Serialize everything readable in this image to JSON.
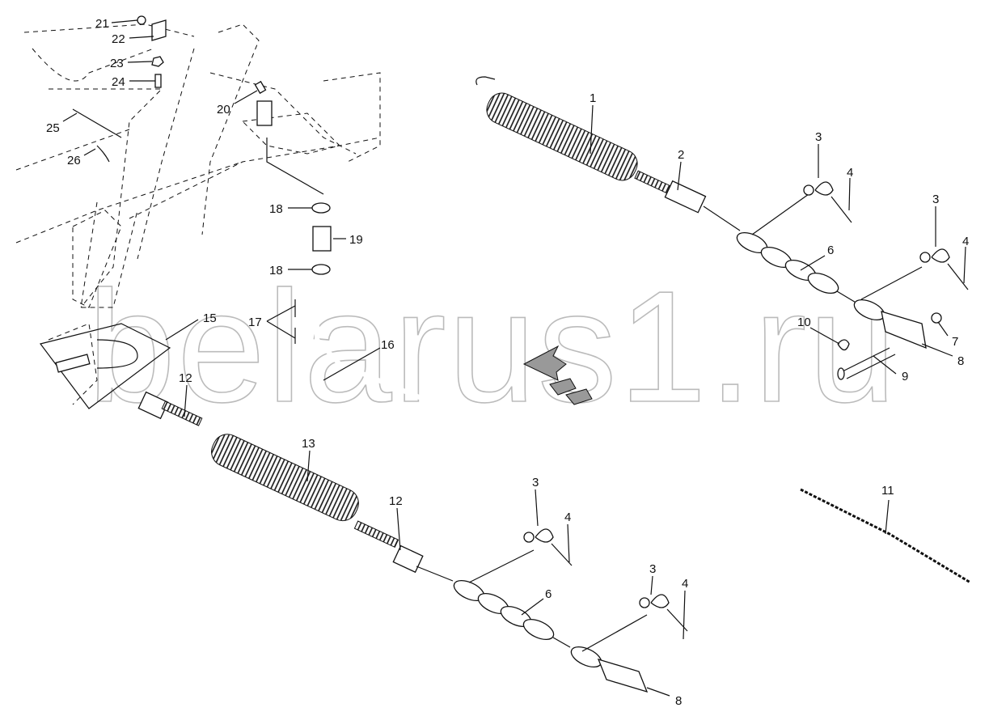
{
  "watermark": "belarus1.ru",
  "callouts": {
    "c21": "21",
    "c22": "22",
    "c23": "23",
    "c24": "24",
    "c25": "25",
    "c26": "26",
    "c20": "20",
    "c18a": "18",
    "c19": "19",
    "c18b": "18",
    "c17": "17",
    "c16": "16",
    "c15": "15",
    "c12a": "12",
    "c13": "13",
    "c12b": "12",
    "c1": "1",
    "c2": "2",
    "c3a": "3",
    "c4a": "4",
    "c3b": "3",
    "c4b": "4",
    "c6a": "6",
    "c7": "7",
    "c8a": "8",
    "c10": "10",
    "c9": "9",
    "c11": "11",
    "c3c": "3",
    "c4c": "4",
    "c6b": "6",
    "c3d": "3",
    "c4d": "4",
    "c8b": "8"
  }
}
